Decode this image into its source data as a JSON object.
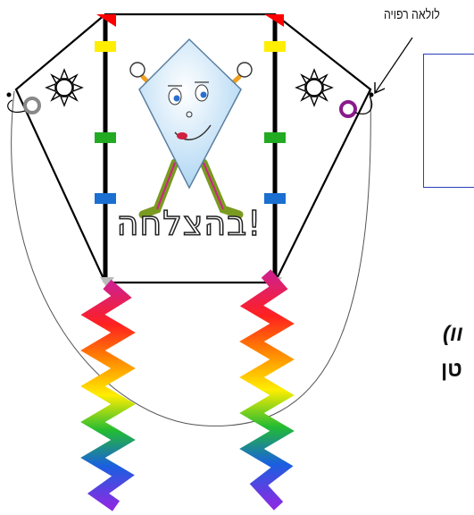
{
  "labels": {
    "callout": "לולאה רפויה",
    "banner": "בהצלחה!",
    "fragment_1": "(וו",
    "fragment_2": "טן"
  },
  "colors": {
    "frame": "#000000",
    "spar_top_cap": "#ff0000",
    "spar_marks": [
      "#ffee00",
      "#22aa22",
      "#1a6fd0"
    ],
    "kite_face": "#cfe6f7",
    "info_box_border": "#2a3fb8",
    "tail_gradient": [
      "#d0208a",
      "#ff2020",
      "#ff8800",
      "#ffee00",
      "#22bb33",
      "#1a5fe0",
      "#8a2be2"
    ]
  },
  "icons": [
    "sun-icon",
    "sun-icon",
    "loop-ring-icon",
    "loop-ring-icon",
    "kite-mascot-icon"
  ]
}
